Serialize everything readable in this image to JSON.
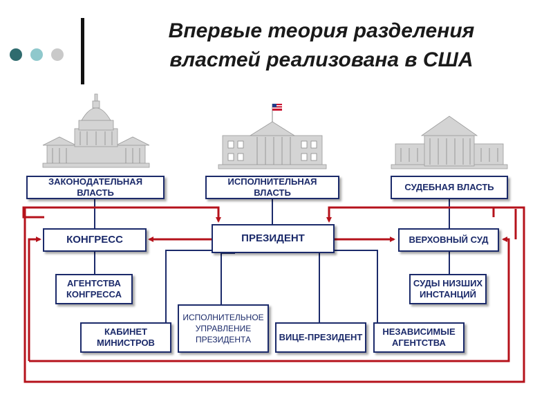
{
  "slide": {
    "title_line1": "Впервые теория разделения",
    "title_line2": "властей реализована в США"
  },
  "decoration": {
    "dot_colors": [
      "#2f6b6e",
      "#8fc8cc",
      "#c9c9c9"
    ],
    "accent_bar_color": "#111111"
  },
  "buildings": {
    "capitol": "capitol-building-icon",
    "white_house": "white-house-icon",
    "supreme_court": "supreme-court-icon"
  },
  "branches": {
    "legislative": "ЗАКОНОДАТЕЛЬНАЯ ВЛАСТЬ",
    "executive": "ИСПОЛНИТЕЛЬНАЯ ВЛАСТЬ",
    "judicial": "СУДЕБНАЯ ВЛАСТЬ"
  },
  "bodies": {
    "congress": "КОНГРЕСС",
    "president": "ПРЕЗИДЕНТ",
    "supreme_court": "ВЕРХОВНЫЙ СУД"
  },
  "sub_bodies": {
    "congress_agencies": "АГЕНТСТВА КОНГРЕССА",
    "lower_courts": "СУДЫ НИЗШИХ ИНСТАНЦИЙ",
    "cabinet": "КАБИНЕТ МИНИСТРОВ",
    "executive_office": "ИСПОЛНИТЕЛЬНОЕ УПРАВЛЕНИЕ ПРЕЗИДЕНТА",
    "vice_president": "ВИЦЕ-ПРЕЗИДЕНТ",
    "independent_agencies": "НЕЗАВИСИМЫЕ АГЕНТСТВА"
  },
  "colors": {
    "box_border": "#1b2a6a",
    "box_text": "#1b2a6a",
    "check_arrow": "#b5121b",
    "connector": "#1b2a6a"
  }
}
